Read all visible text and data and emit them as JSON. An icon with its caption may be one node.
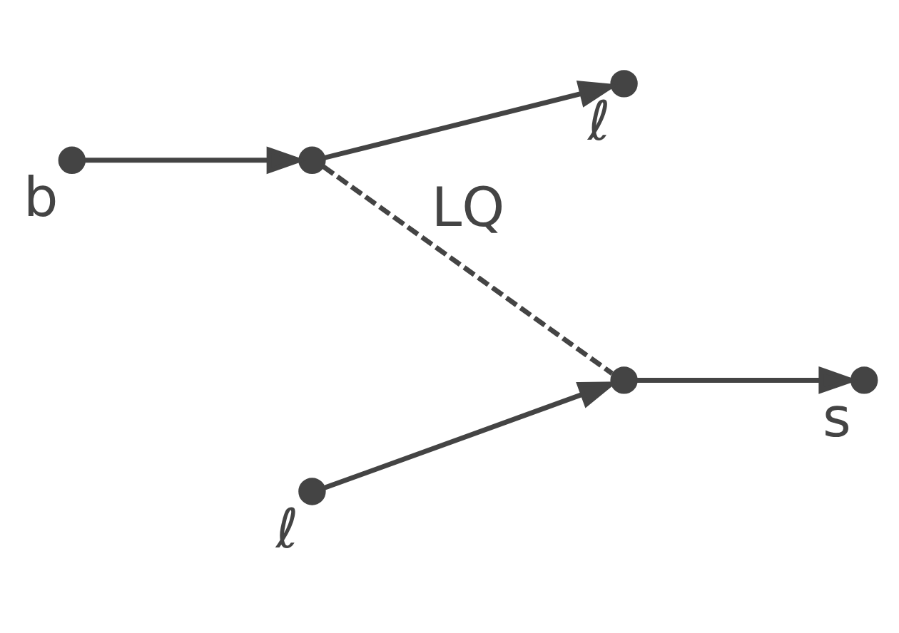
{
  "diagram": {
    "nodes": [
      {
        "text": [],
        "shape": "circle",
        "beside": [
          "b"
        ]
      },
      {
        "text": [],
        "shape": "circle"
      },
      {
        "text": [],
        "shape": "circle"
      },
      {
        "text": [],
        "shape": "circle",
        "beside": [
          "s"
        ]
      },
      {
        "text": [],
        "shape": "circle",
        "beside": [
          "ℓ"
        ]
      },
      {
        "text": [],
        "shape": "circle",
        "beside": [
          "ℓ"
        ]
      }
    ],
    "edges": [
      {
        "from": 0,
        "to": 1,
        "arrow": "to"
      },
      {
        "from": 1,
        "to": 2,
        "arrow": "none",
        "style": "dashed",
        "label": "LQ"
      },
      {
        "from": 2,
        "to": 3,
        "arrow": "to"
      },
      {
        "from": 4,
        "to": 2,
        "arrow": "to"
      },
      {
        "from": 1,
        "to": 5,
        "arrow": "to"
      }
    ]
  }
}
